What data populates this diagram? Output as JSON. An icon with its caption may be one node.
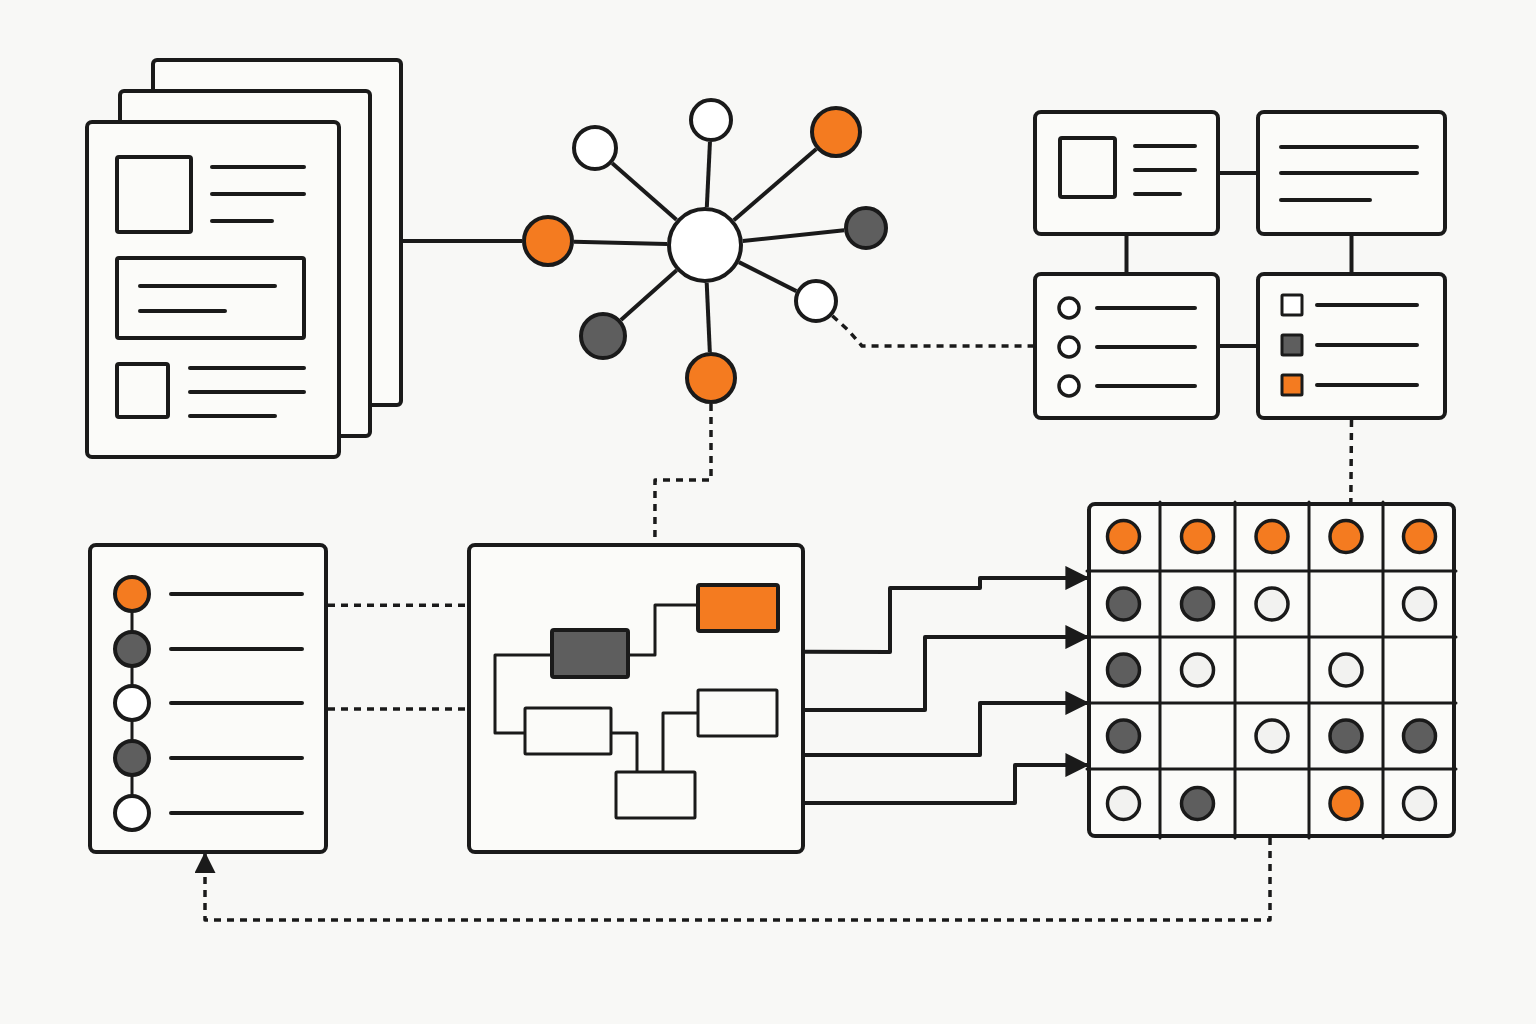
{
  "diagram": {
    "nodes": [
      {
        "text": [],
        "shape": "picture"
      },
      {
        "text": [],
        "shape": "circle"
      },
      {
        "text": [],
        "shape": "circle"
      },
      {
        "text": [],
        "shape": "circle"
      },
      {
        "text": [],
        "shape": "circle"
      },
      {
        "text": [],
        "shape": "circle"
      },
      {
        "text": [],
        "shape": "circle"
      },
      {
        "text": [],
        "shape": "circle"
      },
      {
        "text": [],
        "shape": "circle"
      },
      {
        "text": [],
        "shape": "circle"
      },
      {
        "text": [],
        "shape": "box"
      },
      {
        "text": [],
        "shape": "box"
      },
      {
        "text": [],
        "shape": "box"
      },
      {
        "text": [],
        "shape": "box"
      },
      {
        "text": [],
        "shape": "box"
      },
      {
        "text": [],
        "shape": "box"
      },
      {
        "text": [],
        "shape": "box"
      }
    ],
    "edges": [
      {
        "from": 0,
        "to": 4,
        "arrow": "none"
      },
      {
        "from": 4,
        "to": 5,
        "arrow": "none"
      },
      {
        "from": 5,
        "to": 1,
        "arrow": "none"
      },
      {
        "from": 5,
        "to": 2,
        "arrow": "none"
      },
      {
        "from": 5,
        "to": 3,
        "arrow": "none"
      },
      {
        "from": 5,
        "to": 6,
        "arrow": "none"
      },
      {
        "from": 5,
        "to": 7,
        "arrow": "none"
      },
      {
        "from": 5,
        "to": 8,
        "arrow": "none"
      },
      {
        "from": 5,
        "to": 9,
        "arrow": "none"
      },
      {
        "from": 7,
        "to": 12,
        "arrow": "none",
        "style": "dashed"
      },
      {
        "from": 9,
        "to": 15,
        "arrow": "none",
        "style": "dashed"
      },
      {
        "from": 10,
        "to": 11,
        "arrow": "none"
      },
      {
        "from": 10,
        "to": 12,
        "arrow": "none"
      },
      {
        "from": 11,
        "to": 13,
        "arrow": "none"
      },
      {
        "from": 12,
        "to": 13,
        "arrow": "none"
      },
      {
        "from": 13,
        "to": 16,
        "arrow": "none",
        "style": "dashed"
      },
      {
        "from": 14,
        "to": 15,
        "arrow": "none",
        "style": "dashed"
      },
      {
        "from": 14,
        "to": 15,
        "arrow": "none",
        "style": "dashed"
      },
      {
        "from": 15,
        "to": 16,
        "arrow": "to"
      },
      {
        "from": 15,
        "to": 16,
        "arrow": "to"
      },
      {
        "from": 15,
        "to": 16,
        "arrow": "to"
      },
      {
        "from": 15,
        "to": 16,
        "arrow": "to"
      },
      {
        "from": 16,
        "to": 14,
        "arrow": "to",
        "style": "dashed"
      }
    ]
  }
}
